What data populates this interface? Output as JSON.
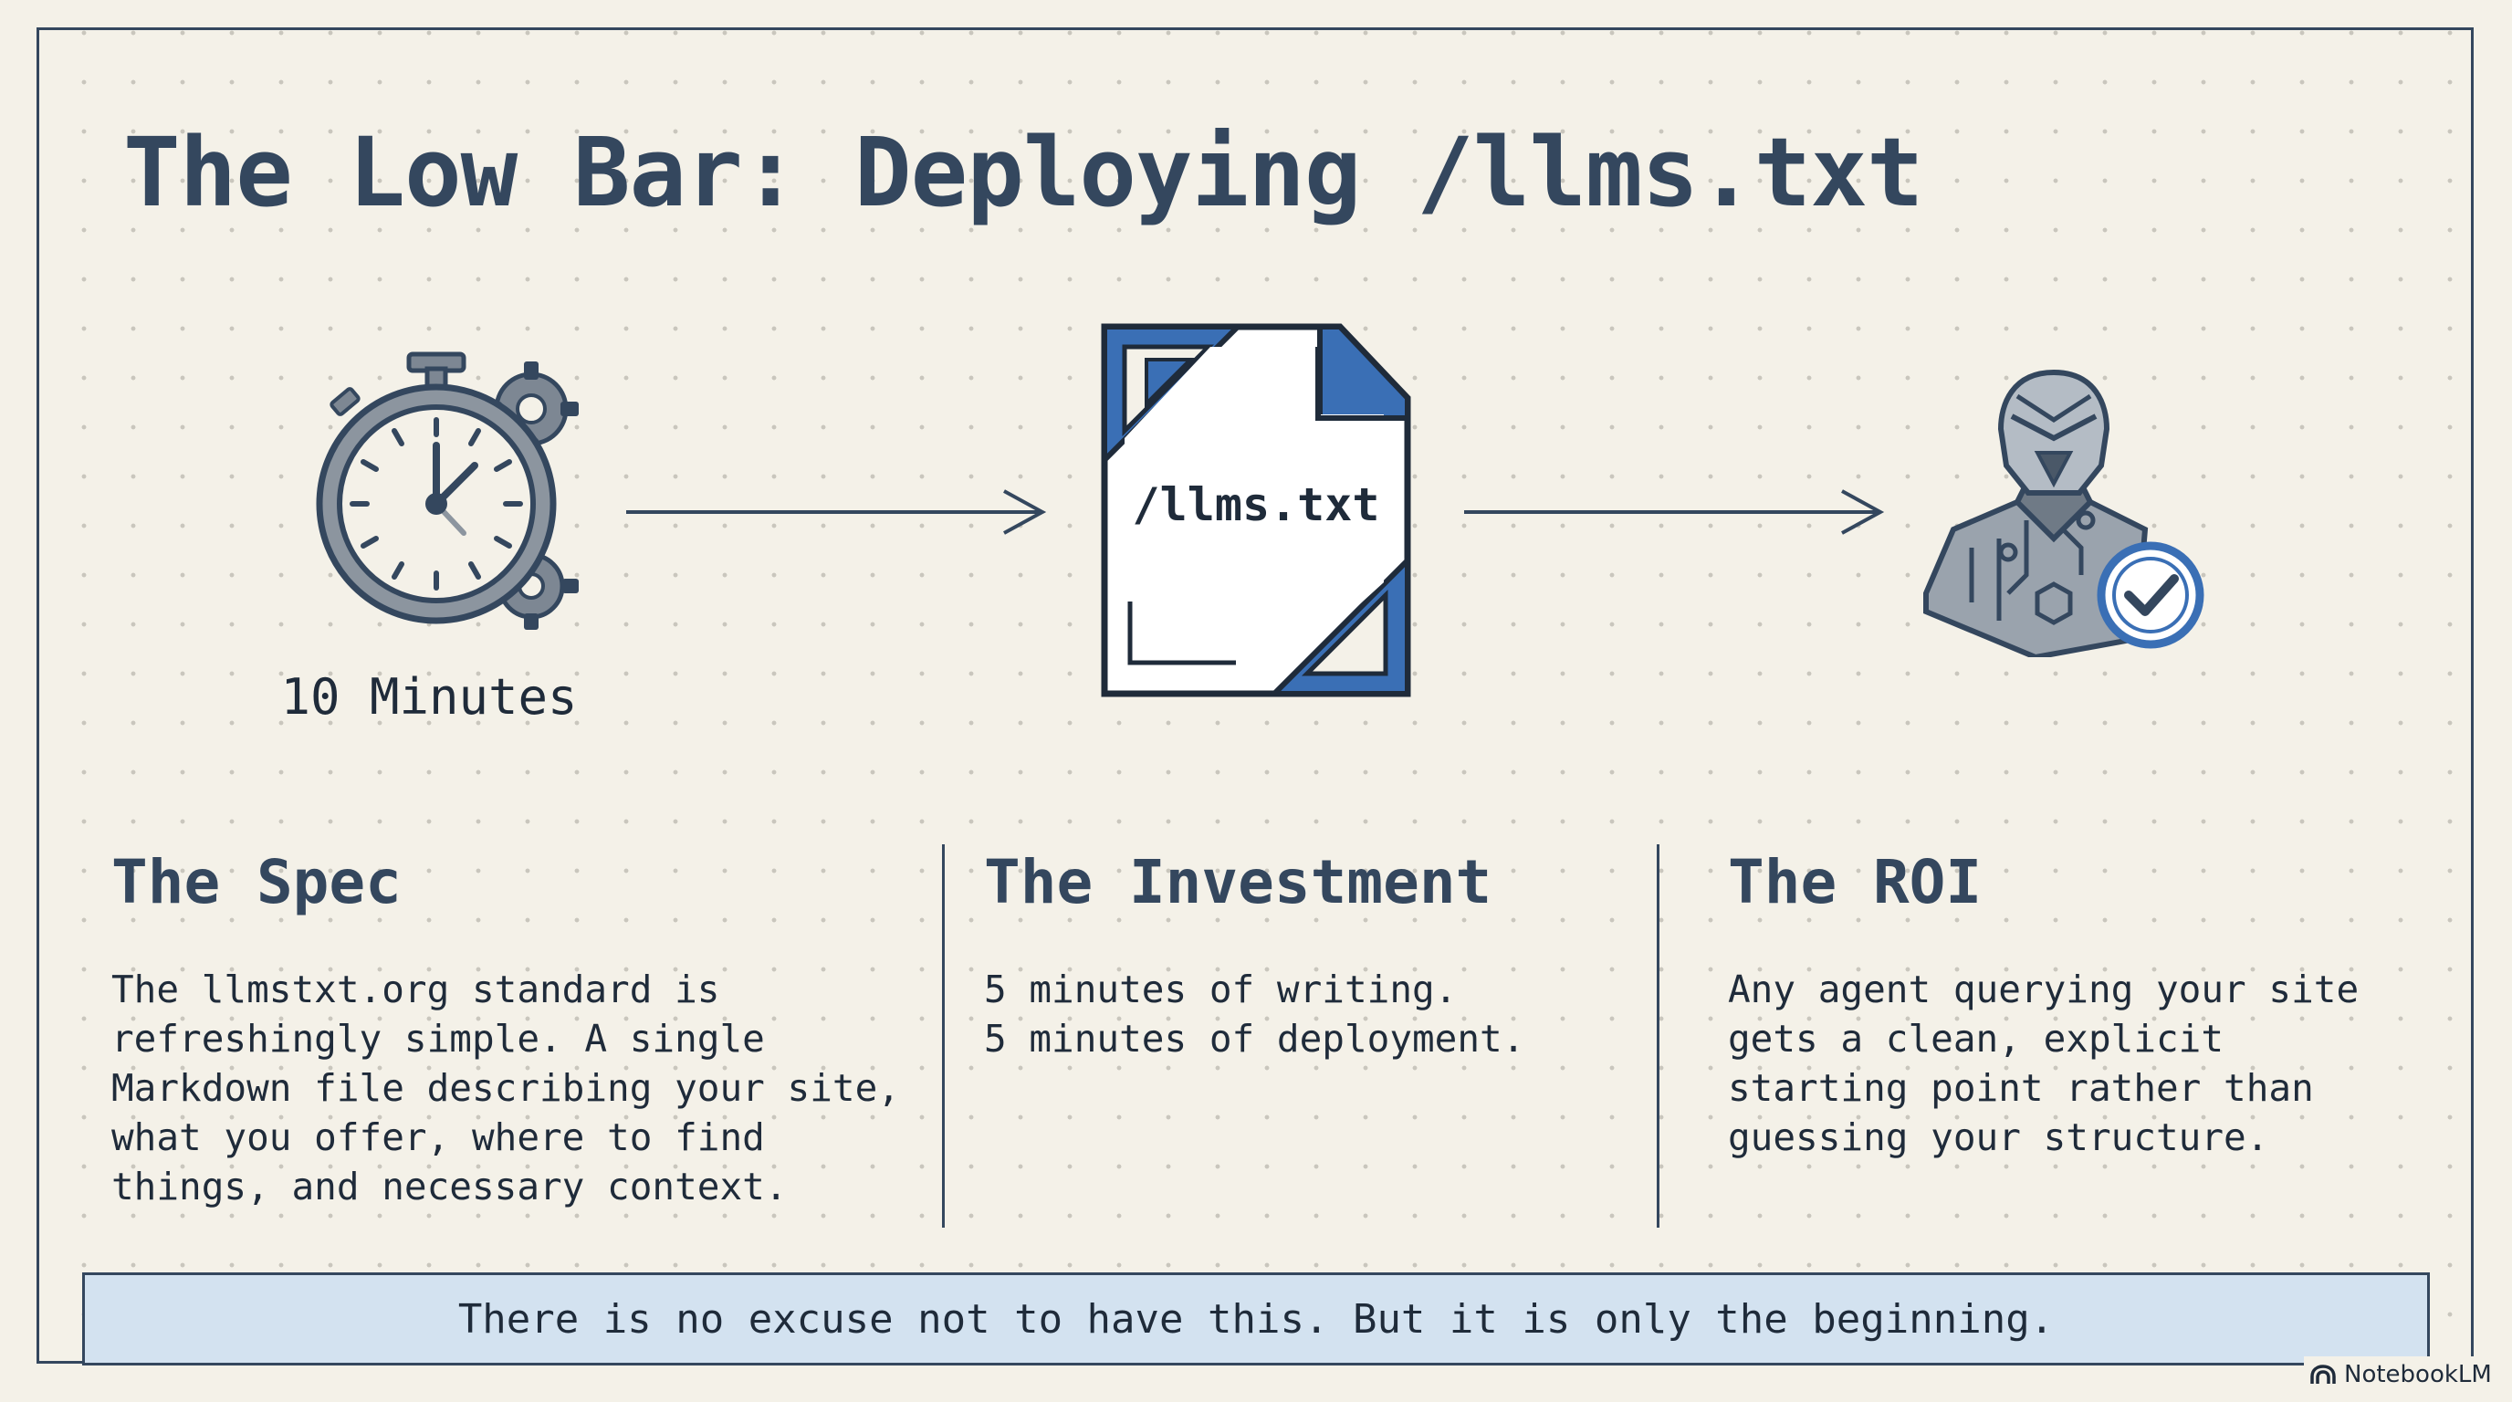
{
  "slide": {
    "title": "The Low Bar: Deploying /llms.txt"
  },
  "flow": {
    "timer": {
      "icon": "stopwatch-gears-icon",
      "caption": "10 Minutes"
    },
    "file": {
      "icon": "document-file-icon",
      "label": "/llms.txt"
    },
    "agent": {
      "icon": "robot-agent-checkmark-icon"
    }
  },
  "columns": [
    {
      "heading": "The Spec",
      "body": "The llmstxt.org standard is\nrefreshingly simple. A single\nMarkdown file describing your site,\nwhat you offer, where to find\nthings, and necessary context."
    },
    {
      "heading": "The Investment",
      "body": "5 minutes of writing.\n5 minutes of deployment."
    },
    {
      "heading": "The ROI",
      "body": "Any agent querying your site\ngets a clean, explicit\nstarting point rather than\nguessing your structure."
    }
  ],
  "banner": {
    "text": "There is no excuse not to have this. But it is only the beginning."
  },
  "branding": {
    "label": "NotebookLM",
    "icon": "notebooklm-logo-icon"
  },
  "colors": {
    "ink": "#34475e",
    "accent_blue": "#3a6fb5",
    "banner_fill": "#d3e2f0",
    "paper": "#f4f1e8"
  }
}
